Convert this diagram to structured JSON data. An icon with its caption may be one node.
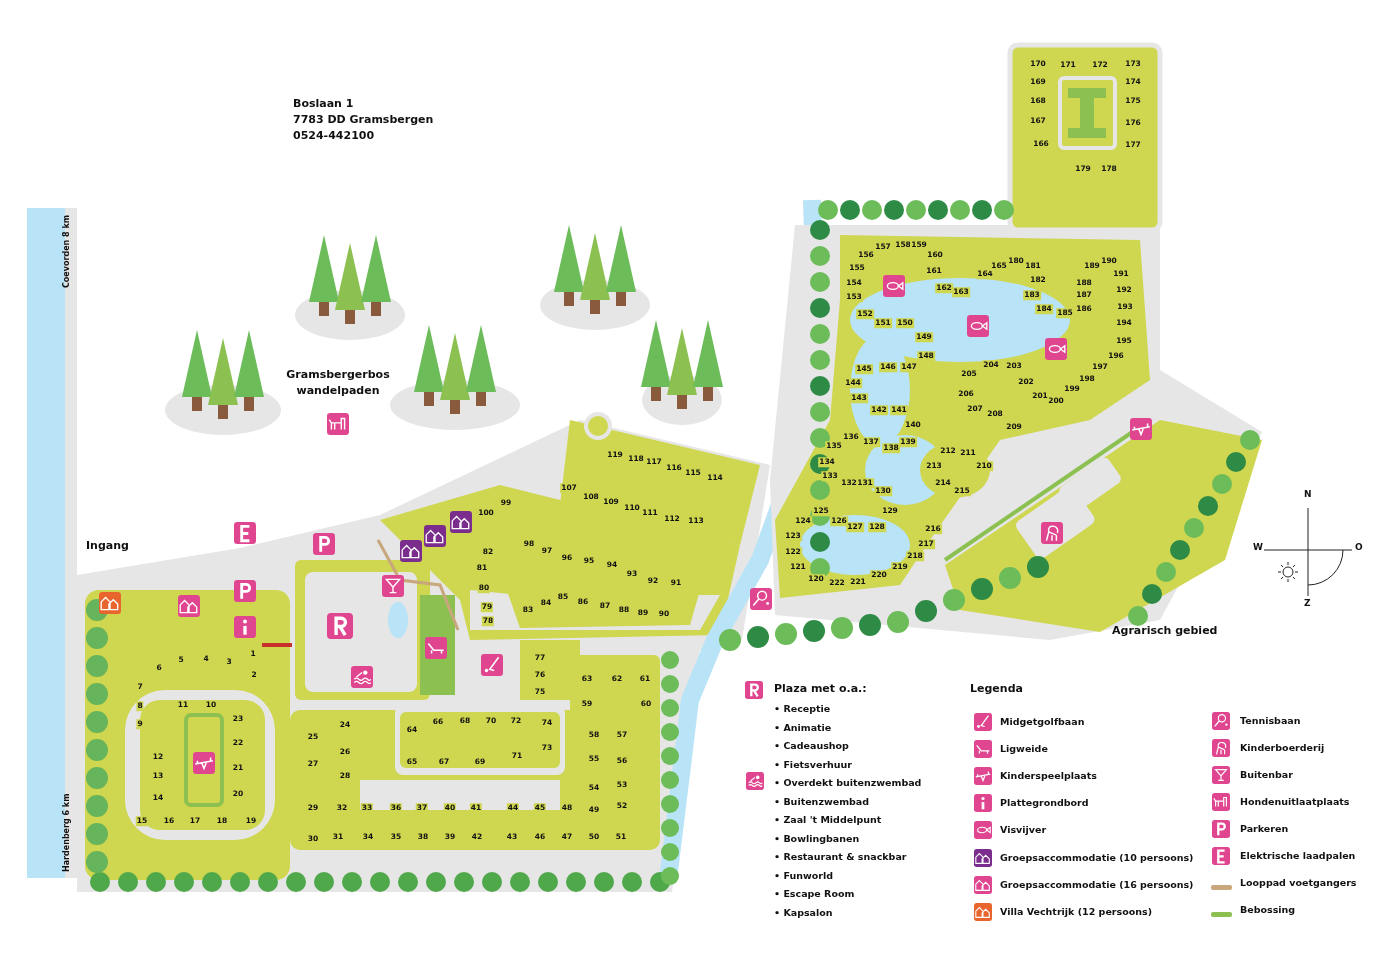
{
  "diagram": {
    "labels": [
      "Boslaan 1",
      "7783 DD Gramsbergen",
      "0524-442100",
      "Coevorden 8 km",
      "Gramsbergerbos wandelpaden",
      "Ingang",
      "1",
      "2",
      "3",
      "4",
      "5",
      "6",
      "7",
      "8",
      "9",
      "10",
      "11",
      "12",
      "13",
      "14",
      "15",
      "16",
      "17",
      "18",
      "19",
      "20",
      "21",
      "22",
      "23",
      "24",
      "25",
      "26",
      "27",
      "28",
      "29",
      "30",
      "31",
      "32",
      "33",
      "34",
      "35",
      "36",
      "37",
      "38",
      "39",
      "40",
      "41",
      "42",
      "43",
      "44",
      "45",
      "46",
      "47",
      "48",
      "49",
      "50",
      "51",
      "52",
      "53",
      "54",
      "55",
      "56",
      "57",
      "58",
      "59",
      "60",
      "61",
      "62",
      "63",
      "64",
      "65",
      "66",
      "67",
      "68",
      "69",
      "70",
      "71",
      "72",
      "73",
      "74",
      "75",
      "76",
      "77",
      "78",
      "79",
      "80",
      "81",
      "82",
      "83",
      "84",
      "85",
      "86",
      "87",
      "88",
      "89",
      "90",
      "91",
      "92",
      "93",
      "94",
      "95",
      "96",
      "97",
      "98",
      "99",
      "100",
      "107",
      "108",
      "109",
      "110",
      "111",
      "112",
      "113",
      "114",
      "115",
      "116",
      "117",
      "118",
      "119",
      "120",
      "121",
      "122",
      "123",
      "124",
      "125",
      "126",
      "127",
      "128",
      "129",
      "130",
      "131",
      "132",
      "133",
      "134",
      "135",
      "136",
      "137",
      "138",
      "139",
      "140",
      "141",
      "142",
      "143",
      "144",
      "145",
      "146",
      "147",
      "148",
      "149",
      "150",
      "151",
      "152",
      "153",
      "154",
      "155",
      "156",
      "157",
      "158",
      "159",
      "160",
      "161",
      "162",
      "163",
      "164",
      "165",
      "166",
      "167",
      "168",
      "169",
      "170",
      "171",
      "172",
      "173",
      "174",
      "175",
      "176",
      "177",
      "178",
      "179",
      "180",
      "181",
      "182",
      "183",
      "184",
      "185",
      "186",
      "187",
      "188",
      "189",
      "190",
      "191",
      "192",
      "193",
      "194",
      "195",
      "196",
      "197",
      "198",
      "199",
      "200",
      "201",
      "202",
      "203",
      "204",
      "205",
      "206",
      "207",
      "208",
      "209",
      "210",
      "211",
      "212",
      "213",
      "214",
      "215",
      "216",
      "217",
      "218",
      "219",
      "220",
      "221",
      "222",
      "Agrarisch gebied",
      "Hardenberg 6 km",
      "N",
      "W",
      "O",
      "Z",
      "Plaza met o.a.:",
      "• Receptie",
      "• Animatie",
      "• Cadeaushop",
      "• Fietsverhuur",
      "• Overdekt buitenzwembad",
      "• Buitenzwembad",
      "• Zaal 't Middelpunt",
      "• Bowlingbanen",
      "• Restaurant & snackbar",
      "• Funworld",
      "• Escape Room",
      "• Kapsalon",
      "Legenda"
    ],
    "legend": [
      {
        "text": "Midgetgolfbaan"
      },
      {
        "text": "Ligweide"
      },
      {
        "text": "Kinderspeelplaats"
      },
      {
        "text": "Plattegrondbord"
      },
      {
        "text": "Visvijver"
      },
      {
        "text": "Groepsaccommodatie (10 persoons)"
      },
      {
        "text": "Groepsaccommodatie (16 persoons)"
      },
      {
        "text": "Villa Vechtrijk (12 persoons)"
      },
      {
        "text": "Tennisbaan"
      },
      {
        "text": "Kinderboerderij"
      },
      {
        "text": "Buitenbar"
      },
      {
        "text": "Hondenuitlaatplaats"
      },
      {
        "text": "Parkeren"
      },
      {
        "text": "Elektrische laadpalen"
      },
      {
        "text": "Looppad voetgangers",
        "color": "#c9a77c"
      },
      {
        "text": "Bebossing",
        "color": "#8cc152"
      }
    ]
  }
}
